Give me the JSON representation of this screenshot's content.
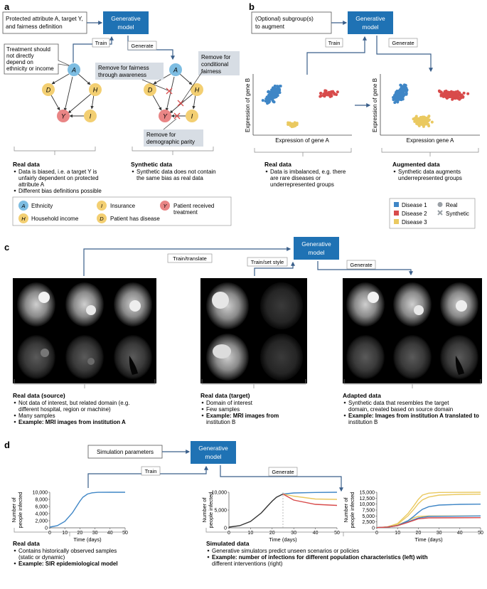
{
  "panel_a": {
    "label": "a",
    "input_box": [
      "Protected attribute A, target Y,",
      "and fairness definition"
    ],
    "gen_model": [
      "Generative",
      "model"
    ],
    "train_label": "Train",
    "generate_label": "Generate",
    "treatment_note": [
      "Treatment should",
      "not directly",
      "depend on",
      "ethnicity or income"
    ],
    "remove_awareness": [
      "Remove for fairness",
      "through awareness"
    ],
    "remove_conditional": [
      "Remove for",
      "conditional",
      "fairness"
    ],
    "remove_parity": [
      "Remove for",
      "demographic parity"
    ],
    "nodes": {
      "A": "A",
      "D": "D",
      "H": "H",
      "Y": "Y",
      "I": "I"
    },
    "real_title": "Real data",
    "real_bullets": [
      [
        "Data is biased, i.e. a target Y is",
        "unfairly dependent on protected",
        "attribute A"
      ],
      [
        "Different bias definitions possible"
      ]
    ],
    "synthetic_title": "Synthetic data",
    "synthetic_bullets": [
      [
        "Synthetic data does not contain",
        "the same bias as real data"
      ]
    ],
    "legend": [
      {
        "sym": "A",
        "label": [
          "Ethnicity"
        ],
        "color": "#7dbde2"
      },
      {
        "sym": "I",
        "label": [
          "Insurance"
        ],
        "color": "#f3cf72"
      },
      {
        "sym": "Y",
        "label": [
          "Patient received",
          "treatment"
        ],
        "color": "#e98585"
      },
      {
        "sym": "H",
        "label": [
          "Household income"
        ],
        "color": "#f3cf72"
      },
      {
        "sym": "D",
        "label": [
          "Patient has disease"
        ],
        "color": "#f3cf72"
      }
    ]
  },
  "panel_b": {
    "label": "b",
    "input_box": [
      "(Optional) subgroup(s)",
      "to augment"
    ],
    "gen_model": [
      "Generative",
      "model"
    ],
    "train_label": "Train",
    "generate_label": "Generate",
    "real_scatter": {
      "xlabel": "Expression of gene A",
      "ylabel": "Expression of gene B"
    },
    "aug_scatter": {
      "xlabel": "Expression gene A",
      "ylabel": "Expression of gene B"
    },
    "real_title": "Real data",
    "real_bullets": [
      [
        "Data is imbalanced, e.g. there",
        "are rare diseases or",
        "underrepresented groups"
      ]
    ],
    "aug_title": "Augmented data",
    "aug_bullets": [
      [
        "Synthetic data augments",
        "underrepresented groups"
      ]
    ],
    "legend": {
      "items": [
        {
          "label": "Disease 1",
          "color": "#3f86c6"
        },
        {
          "label": "Real"
        },
        {
          "label": "Disease 2",
          "color": "#d84b4b"
        },
        {
          "label": "Synthetic"
        },
        {
          "label": "Disease 3",
          "color": "#eac960"
        }
      ]
    }
  },
  "panel_c": {
    "label": "c",
    "gen_model": [
      "Generative",
      "model"
    ],
    "train_translate": "Train/translate",
    "train_style": "Train/set style",
    "generate_label": "Generate",
    "src_title": "Real data (source)",
    "src_bullets": [
      [
        "Not data of interest, but related domain (e.g.",
        "different hospital, region or machine)"
      ],
      [
        "Many samples"
      ],
      [
        "Example: MRI images from institution A"
      ]
    ],
    "tgt_title": "Real data (target)",
    "tgt_bullets": [
      [
        "Domain of interest"
      ],
      [
        "Few samples"
      ],
      [
        "Example: MRI images from",
        "institution B"
      ]
    ],
    "adapt_title": "Adapted data",
    "adapt_bullets": [
      [
        "Synthetic data that resembles the target",
        "domain, created based on source domain"
      ],
      [
        "Example: Images from institution A translated to",
        "institution B"
      ]
    ]
  },
  "panel_d": {
    "label": "d",
    "sim_params": "Simulation parameters",
    "gen_model": [
      "Generative",
      "model"
    ],
    "train_label": "Train",
    "generate_label": "Generate",
    "real_title": "Real data",
    "real_bullets": [
      [
        "Contains historically observed samples",
        "(static or dynamic)"
      ],
      [
        "Example: SIR epidemiological model"
      ]
    ],
    "sim_title": "Simulated data",
    "sim_bullets": [
      [
        "Generative simulators predict unseen scenarios or policies"
      ],
      [
        "Example: number of infections for different population characteristics (left) with",
        "different interventions (right)"
      ]
    ]
  },
  "chart_data": [
    {
      "type": "line",
      "xlabel": "Time (days)",
      "ylabel": "Number of people infected",
      "xlim": [
        0,
        50
      ],
      "ylim": [
        0,
        10000
      ],
      "xticks": [
        0,
        10,
        20,
        30,
        40,
        50
      ],
      "yticks": [
        0,
        2000,
        4000,
        6000,
        8000,
        10000
      ],
      "ytick_labels": [
        "0",
        "2,000",
        "4,000",
        "6,000",
        "8,000",
        "10,000"
      ],
      "series": [
        {
          "color": "#3f86c6",
          "points": [
            [
              0,
              200
            ],
            [
              5,
              600
            ],
            [
              10,
              1800
            ],
            [
              15,
              4200
            ],
            [
              18,
              6200
            ],
            [
              20,
              7500
            ],
            [
              22,
              8600
            ],
            [
              25,
              9500
            ],
            [
              28,
              9850
            ],
            [
              32,
              9980
            ],
            [
              40,
              10000
            ],
            [
              50,
              10000
            ]
          ]
        }
      ]
    },
    {
      "type": "line",
      "xlabel": "Time (days)",
      "ylabel": "Number of people infected",
      "xlim": [
        0,
        50
      ],
      "ylim": [
        0,
        10000
      ],
      "xticks": [
        0,
        10,
        20,
        30,
        40,
        50
      ],
      "yticks": [
        0,
        5000,
        10000
      ],
      "ytick_labels": [
        "0",
        "5,000",
        "10,000"
      ],
      "vline_x": 25,
      "series": [
        {
          "color": "#333333",
          "points": [
            [
              0,
              200
            ],
            [
              5,
              600
            ],
            [
              10,
              1800
            ],
            [
              15,
              4200
            ],
            [
              18,
              6200
            ],
            [
              20,
              7500
            ],
            [
              22,
              8600
            ],
            [
              25,
              9500
            ]
          ]
        },
        {
          "color": "#3f86c6",
          "points": [
            [
              25,
              9500
            ],
            [
              30,
              9800
            ],
            [
              40,
              9950
            ],
            [
              50,
              10000
            ]
          ]
        },
        {
          "color": "#eac960",
          "points": [
            [
              25,
              9500
            ],
            [
              30,
              8900
            ],
            [
              40,
              8100
            ],
            [
              50,
              8000
            ]
          ]
        },
        {
          "color": "#d84b4b",
          "points": [
            [
              25,
              9500
            ],
            [
              30,
              7800
            ],
            [
              40,
              6600
            ],
            [
              50,
              6300
            ]
          ]
        }
      ]
    },
    {
      "type": "line",
      "xlabel": "Time (days)",
      "ylabel": "Number of people infected",
      "xlim": [
        0,
        50
      ],
      "ylim": [
        0,
        15000
      ],
      "xticks": [
        0,
        10,
        20,
        30,
        40,
        50
      ],
      "yticks": [
        0,
        2500,
        5000,
        7500,
        10000,
        12500,
        15000
      ],
      "ytick_labels": [
        "0",
        "2,500",
        "5,000",
        "7,500",
        "10,000",
        "12,500",
        "15,000"
      ],
      "series": [
        {
          "color": "#eac960",
          "points": [
            [
              0,
              100
            ],
            [
              5,
              400
            ],
            [
              10,
              1800
            ],
            [
              15,
              6000
            ],
            [
              18,
              9500
            ],
            [
              20,
              12000
            ],
            [
              22,
              13800
            ],
            [
              25,
              14600
            ],
            [
              30,
              14900
            ],
            [
              50,
              15000
            ]
          ]
        },
        {
          "color": "#eac960",
          "points": [
            [
              0,
              100
            ],
            [
              5,
              350
            ],
            [
              10,
              1500
            ],
            [
              15,
              5000
            ],
            [
              18,
              8000
            ],
            [
              20,
              10200
            ],
            [
              22,
              11800
            ],
            [
              25,
              13000
            ],
            [
              30,
              13800
            ],
            [
              40,
              14100
            ],
            [
              50,
              14200
            ]
          ]
        },
        {
          "color": "#eac960",
          "points": [
            [
              0,
              100
            ],
            [
              5,
              300
            ],
            [
              10,
              1200
            ],
            [
              15,
              3000
            ],
            [
              18,
              4300
            ],
            [
              20,
              4800
            ],
            [
              25,
              5000
            ],
            [
              50,
              5000
            ]
          ]
        },
        {
          "color": "#3f86c6",
          "points": [
            [
              0,
              100
            ],
            [
              5,
              300
            ],
            [
              10,
              1000
            ],
            [
              15,
              3000
            ],
            [
              18,
              5000
            ],
            [
              20,
              6500
            ],
            [
              22,
              7800
            ],
            [
              25,
              8900
            ],
            [
              30,
              9600
            ],
            [
              40,
              9900
            ],
            [
              50,
              10000
            ]
          ]
        },
        {
          "color": "#3f86c6",
          "points": [
            [
              0,
              100
            ],
            [
              5,
              300
            ],
            [
              10,
              900
            ],
            [
              15,
              2500
            ],
            [
              18,
              3500
            ],
            [
              20,
              4200
            ],
            [
              25,
              4800
            ],
            [
              50,
              5000
            ]
          ]
        },
        {
          "color": "#d84b4b",
          "points": [
            [
              0,
              100
            ],
            [
              5,
              300
            ],
            [
              10,
              900
            ],
            [
              15,
              2300
            ],
            [
              18,
              3200
            ],
            [
              20,
              3800
            ],
            [
              25,
              4200
            ],
            [
              50,
              4300
            ]
          ]
        }
      ]
    }
  ]
}
